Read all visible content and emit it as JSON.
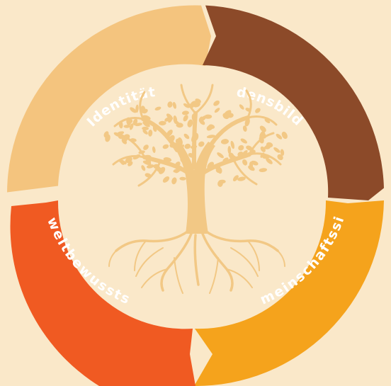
{
  "background": "#fae8c9",
  "center_icon": "tree-with-roots-icon",
  "tree_color": "#f2c885",
  "segments": [
    {
      "label": "Identität",
      "color": "#f4c47e"
    },
    {
      "label": "Friedensbildung",
      "color": "#8c4a29"
    },
    {
      "label": "Gemeinschaftssinn",
      "color": "#f5a31c"
    },
    {
      "label": "Umweltbewusstsein",
      "color": "#f05a22"
    }
  ]
}
